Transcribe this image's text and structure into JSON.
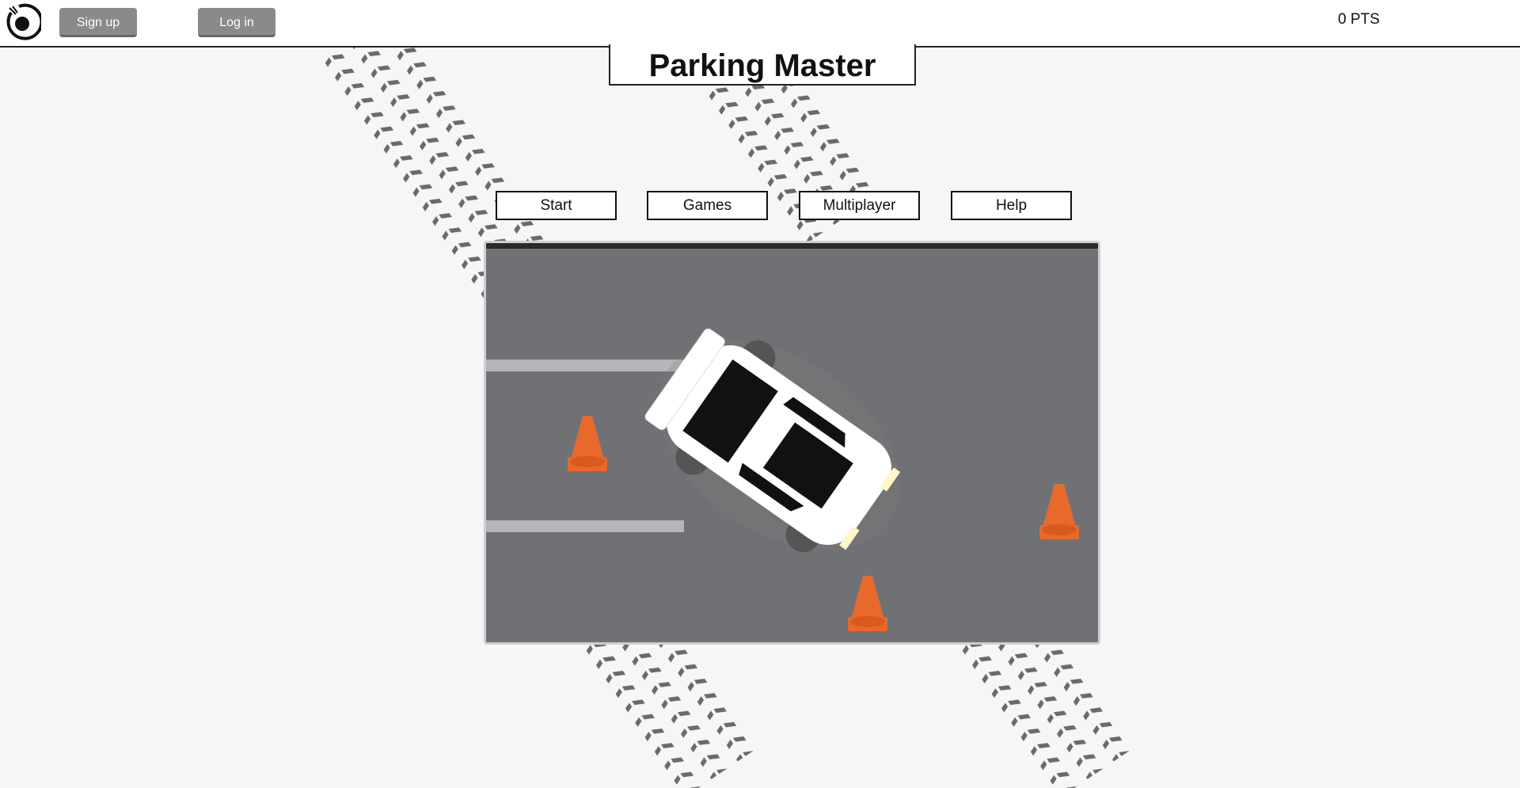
{
  "header": {
    "sign_up_label": "Sign up",
    "log_in_label": "Log in",
    "points": "0 PTS"
  },
  "title": "Parking Master",
  "nav": [
    "Start",
    "Games",
    "Multiplayer",
    "Help"
  ],
  "colors": {
    "asphalt": "#6f7175",
    "cone": "#e8692c",
    "button_gray": "#8a8a8a",
    "track": "#6a6a6a"
  }
}
